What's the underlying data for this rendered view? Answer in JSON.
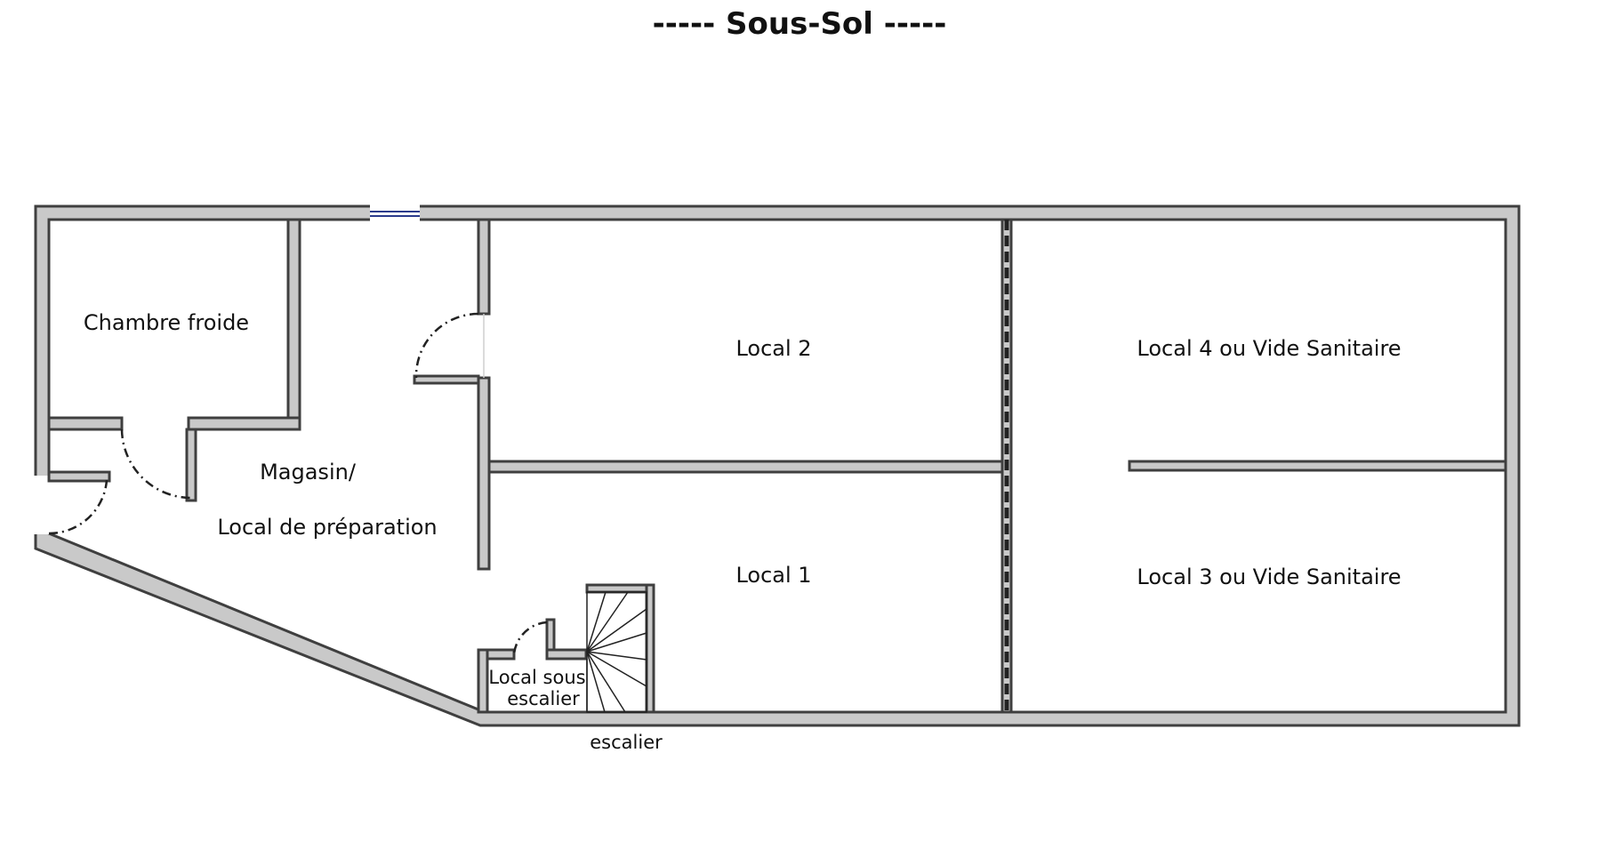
{
  "title": "-----  Sous-Sol  -----",
  "rooms": {
    "chambre_froide": "Chambre froide",
    "magasin_line1": "Magasin/",
    "magasin_line2": "Local de préparation",
    "local_2": "Local 2",
    "local_1": "Local 1",
    "local_4": "Local 4 ou Vide Sanitaire",
    "local_3": "Local 3 ou Vide Sanitaire",
    "local_sous_escalier_line1": "Local sous",
    "local_sous_escalier_line2": "escalier",
    "escalier": "escalier"
  },
  "colors": {
    "wall_fill": "#c9c9c9",
    "wall_stroke": "#3f3f3f",
    "window": "#2b3b8c"
  }
}
